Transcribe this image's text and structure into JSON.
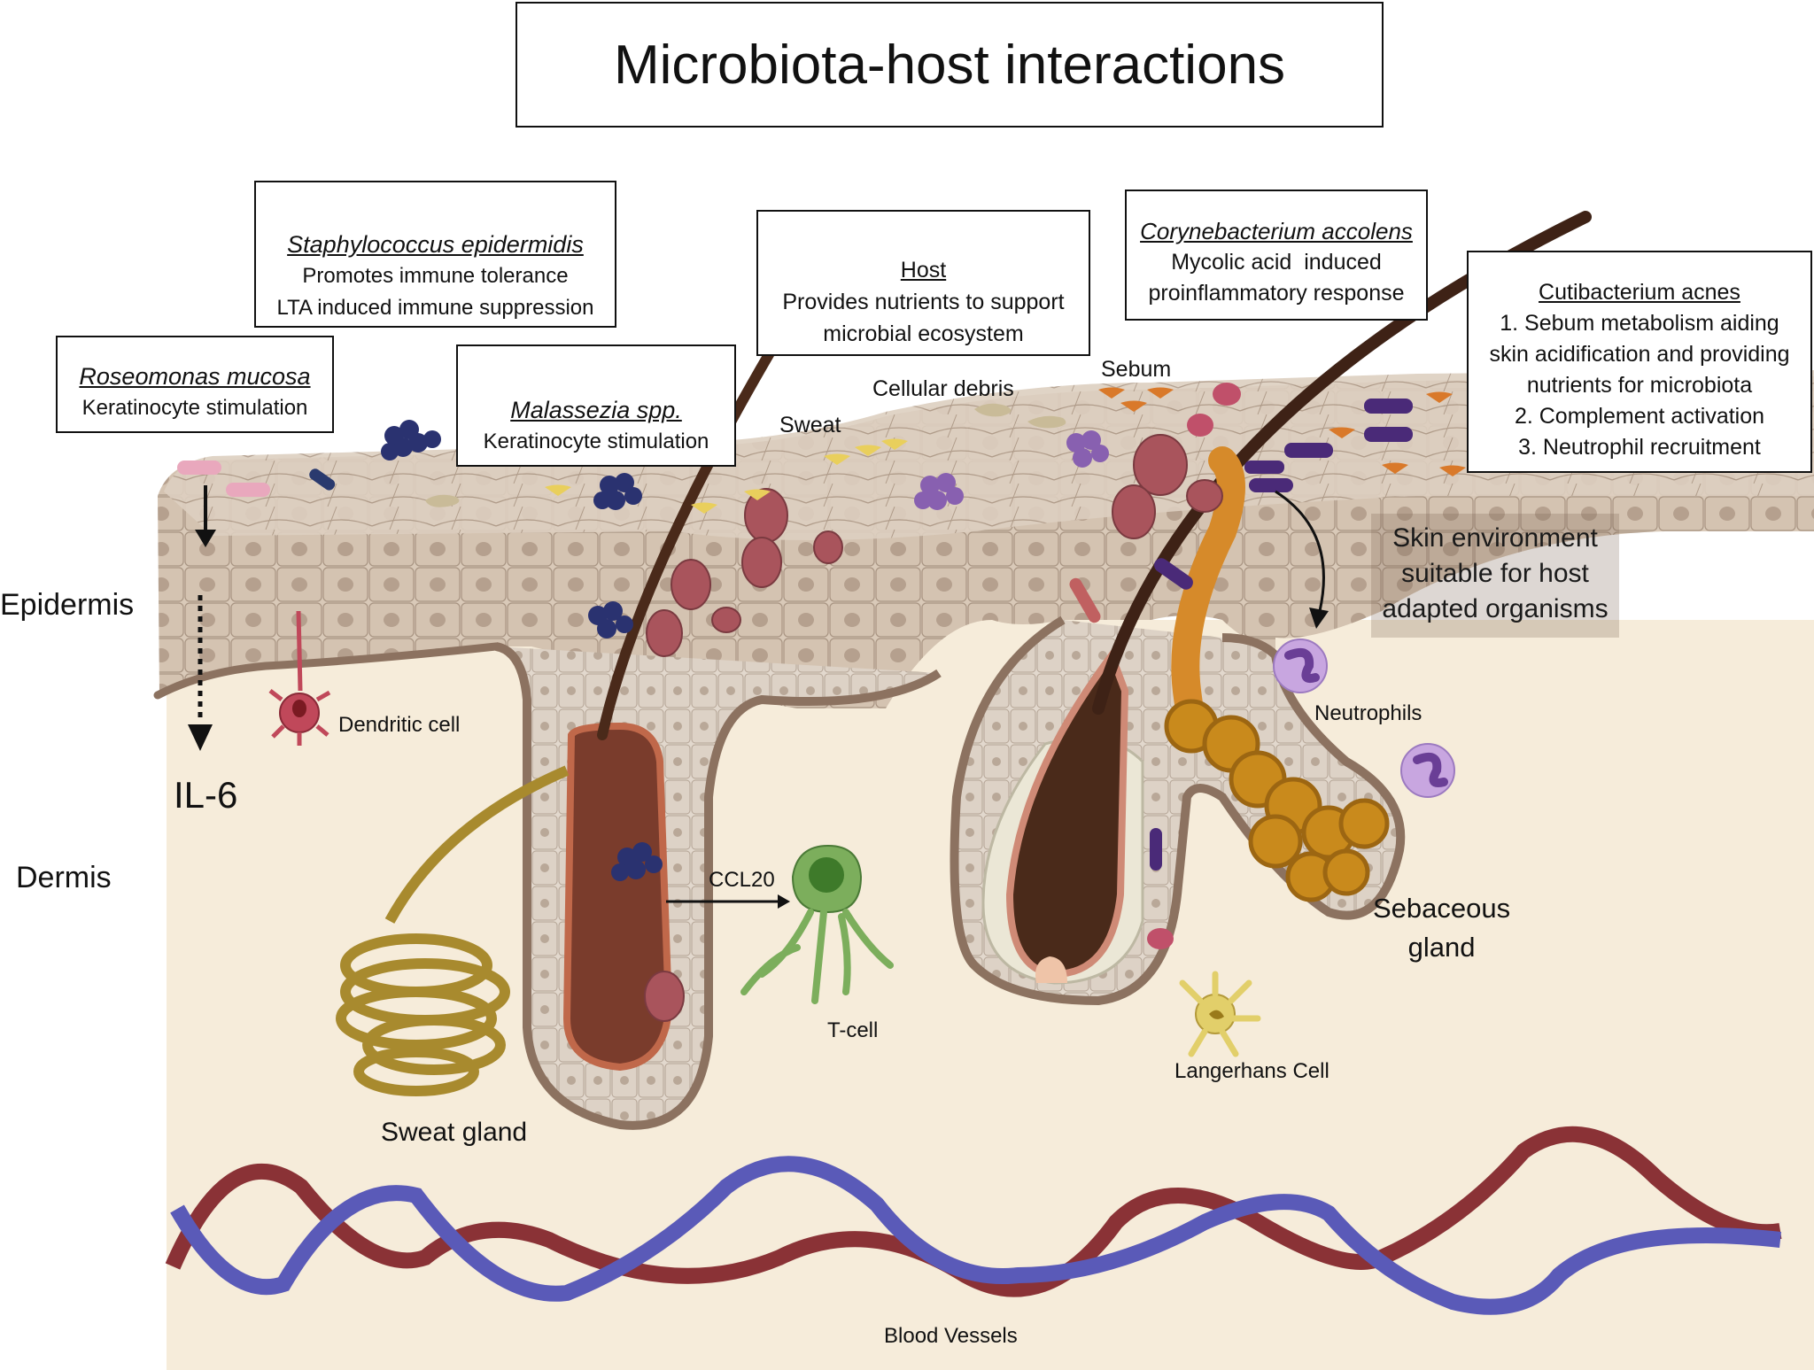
{
  "title": "Microbiota-host interactions",
  "layer_labels": {
    "epidermis": "Epidermis",
    "dermis": "Dermis"
  },
  "boxes": {
    "roseomonas": {
      "species": "Roseomonas mucosa",
      "lines": [
        "Keratinocyte stimulation"
      ],
      "icon": "rod-bacterium-icon",
      "icon_color": "#e9a8bd"
    },
    "staph": {
      "species": "Staphylococcus epidermidis",
      "lines": [
        "Promotes immune tolerance",
        "LTA induced immune suppression"
      ],
      "icon": "coccus-cluster-icon",
      "icon_color": "#2a3270"
    },
    "malassezia": {
      "species": "Malassezia spp.",
      "lines": [
        "Keratinocyte stimulation"
      ],
      "icon": "yeast-cells-icon",
      "icon_color": "#a9545c"
    },
    "host": {
      "heading": "Host",
      "lines": [
        "Provides nutrients to support",
        "microbial ecosystem"
      ],
      "icons": [
        "sweat-drop-icon",
        "cellular-debris-icon",
        "sebum-drop-icon"
      ],
      "icon_colors": [
        "#e9cf5c",
        "#c9bb98",
        "#d9792a"
      ]
    },
    "corynebacterium": {
      "species": "Corynebacterium accolens",
      "lines": [
        "Mycolic acid  induced",
        "proinflammatory response"
      ],
      "icon": "coccobacillus-icon",
      "icon_color": "#c0506a"
    },
    "cutibacterium": {
      "heading": "Cutibacterium acnes",
      "lines": [
        "1. Sebum metabolism aiding",
        "skin acidification and providing",
        "nutrients for microbiota",
        "2. Complement activation",
        "3. Neutrophil recruitment"
      ],
      "icon": "rod-bacterium-icon",
      "icon_color": "#4a2a78"
    }
  },
  "environment_note": [
    "Skin environment",
    "suitable for host",
    "adapted organisms"
  ],
  "surface_labels": {
    "sweat": "Sweat",
    "cellular_debris": "Cellular debris",
    "sebum": "Sebum"
  },
  "cell_labels": {
    "dendritic_cell": "Dendritic cell",
    "il6": "IL-6",
    "ccl20": "CCL20",
    "t_cell": "T-cell",
    "neutrophils": "Neutrophils",
    "langerhans_cell": "Langerhans Cell",
    "sweat_gland": "Sweat gland",
    "sebaceous_gland": [
      "Sebaceous",
      "gland"
    ],
    "blood_vessels": "Blood Vessels"
  },
  "colors": {
    "epidermis": "#d8c8b8",
    "dermis": "#f6ecda",
    "basement": "#8c7260",
    "hair": "#4a2a1a",
    "sebum_duct": "#d68a2a",
    "artery": "#8a3236",
    "vein": "#5a5ab8"
  }
}
